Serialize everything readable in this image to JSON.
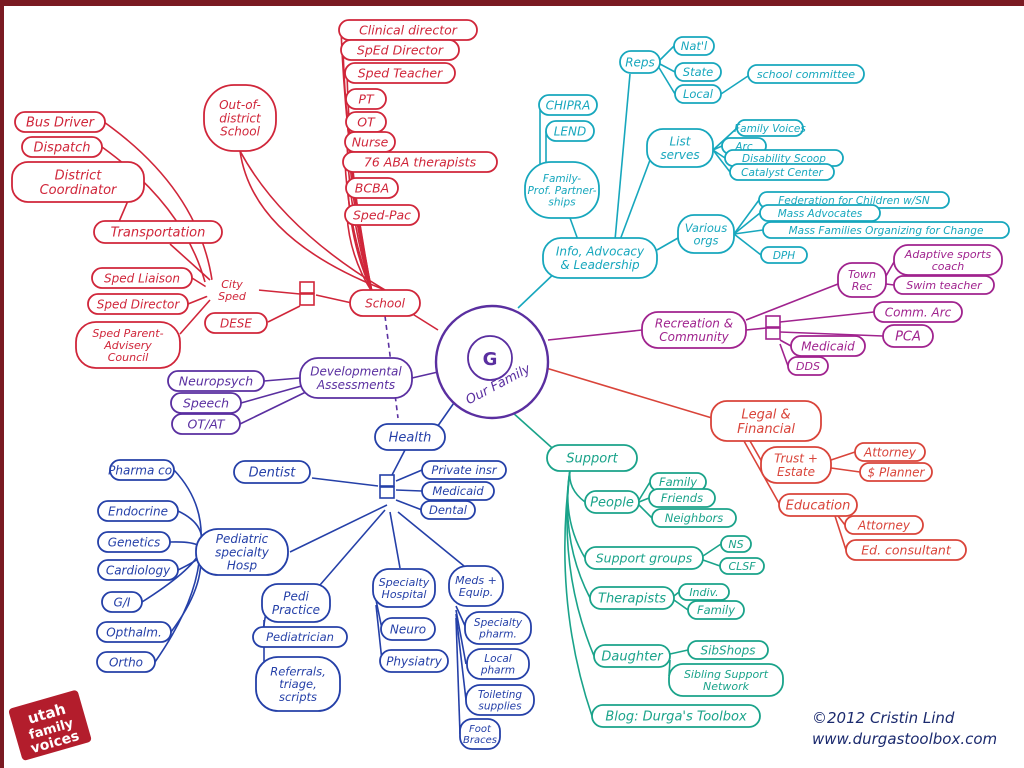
{
  "colors": {
    "red": "#d0263a",
    "teal": "#17a7bd",
    "purple": "#5a2fa0",
    "blue": "#2540a8",
    "green": "#1aa38a",
    "magenta": "#a0238e",
    "orange_red": "#d9443a",
    "dark": "#1b2a6e",
    "logo_bg": "#b31d2c"
  },
  "center": {
    "letter": "G",
    "label": "Our Family"
  },
  "branches": {
    "school": {
      "label": "School",
      "out_of_district": "Out-of-district School",
      "children": [
        "Clinical director",
        "SpEd Director",
        "Sped Teacher",
        "PT",
        "OT",
        "Nurse",
        "76 ABA therapists",
        "BCBA",
        "Sped-Pac"
      ]
    },
    "city_sped": {
      "label": "City Sped",
      "transportation": {
        "label": "Transportation",
        "children": [
          "Bus Driver",
          "Dispatch",
          "District Coordinator"
        ]
      },
      "children": [
        "Sped Liaison",
        "Sped Director",
        "Sped Parent-Advisery Council"
      ],
      "dese": "DESE"
    },
    "developmental": {
      "label": "Developmental Assessments",
      "children": [
        "Neuropsych",
        "Speech",
        "OT/AT"
      ]
    },
    "health": {
      "label": "Health",
      "dentist": "Dentist",
      "insurance": [
        "Private insr",
        "Medicaid",
        "Dental"
      ],
      "pediatric_specialty": {
        "label": "Pediatric specialty Hosp",
        "children": [
          "Pharma co.",
          "Endocrine",
          "Genetics",
          "Cardiology",
          "G/I",
          "Opthalm.",
          "Ortho"
        ]
      },
      "pedi_practice": {
        "label": "Pedi Practice",
        "children": [
          "Pediatrician",
          "Referrals, triage, scripts"
        ]
      },
      "specialty_hospital": {
        "label": "Specialty Hospital",
        "children": [
          "Neuro",
          "Physiatry"
        ]
      },
      "meds": {
        "label": "Meds + Equip.",
        "children": [
          "Specialty pharm.",
          "Local pharm",
          "Toileting supplies",
          "Foot Braces"
        ]
      }
    },
    "info_advocacy": {
      "label": "Info, Advocacy & Leadership",
      "family_prof": {
        "label": "Family-Prof. Partner-ships",
        "children": [
          "CHIPRA",
          "LEND"
        ]
      },
      "reps": {
        "label": "Reps",
        "children": [
          "Nat'l",
          "State",
          "Local"
        ],
        "local_child": "school committee"
      },
      "list_serves": {
        "label": "List serves",
        "children": [
          "Family Voices",
          "Arc",
          "Disability Scoop",
          "Catalyst Center"
        ]
      },
      "various_orgs": {
        "label": "Various orgs",
        "children": [
          "Federation for Children w/SN",
          "Mass Advocates",
          "Mass Families Organizing for Change",
          "DPH"
        ]
      }
    },
    "recreation": {
      "label": "Recreation & Community",
      "town_rec": {
        "label": "Town Rec",
        "children": [
          "Adaptive sports coach",
          "Swim teacher"
        ]
      },
      "children": [
        "Comm. Arc",
        "PCA",
        "Medicaid",
        "DDS"
      ]
    },
    "legal": {
      "label": "Legal & Financial",
      "trust": {
        "label": "Trust + Estate",
        "children": [
          "Attorney",
          "$ Planner"
        ]
      },
      "education": {
        "label": "Education",
        "children": [
          "Attorney",
          "Ed. consultant"
        ]
      }
    },
    "support": {
      "label": "Support",
      "people": {
        "label": "People",
        "children": [
          "Family",
          "Friends",
          "Neighbors"
        ]
      },
      "support_groups": {
        "label": "Support groups",
        "children": [
          "NS",
          "CLSF"
        ]
      },
      "therapists": {
        "label": "Therapists",
        "children": [
          "Indiv.",
          "Family"
        ]
      },
      "daughter": {
        "label": "Daughter",
        "children": [
          "SibShops",
          "Sibling Support Network"
        ]
      },
      "blog": "Blog: Durga's Toolbox"
    }
  },
  "credit": {
    "line1": "©2012 Cristin Lind",
    "line2": "www.durgastoolbox.com"
  },
  "logo": {
    "text": "utah family voices",
    "icon": "utah-family-voices-logo"
  }
}
